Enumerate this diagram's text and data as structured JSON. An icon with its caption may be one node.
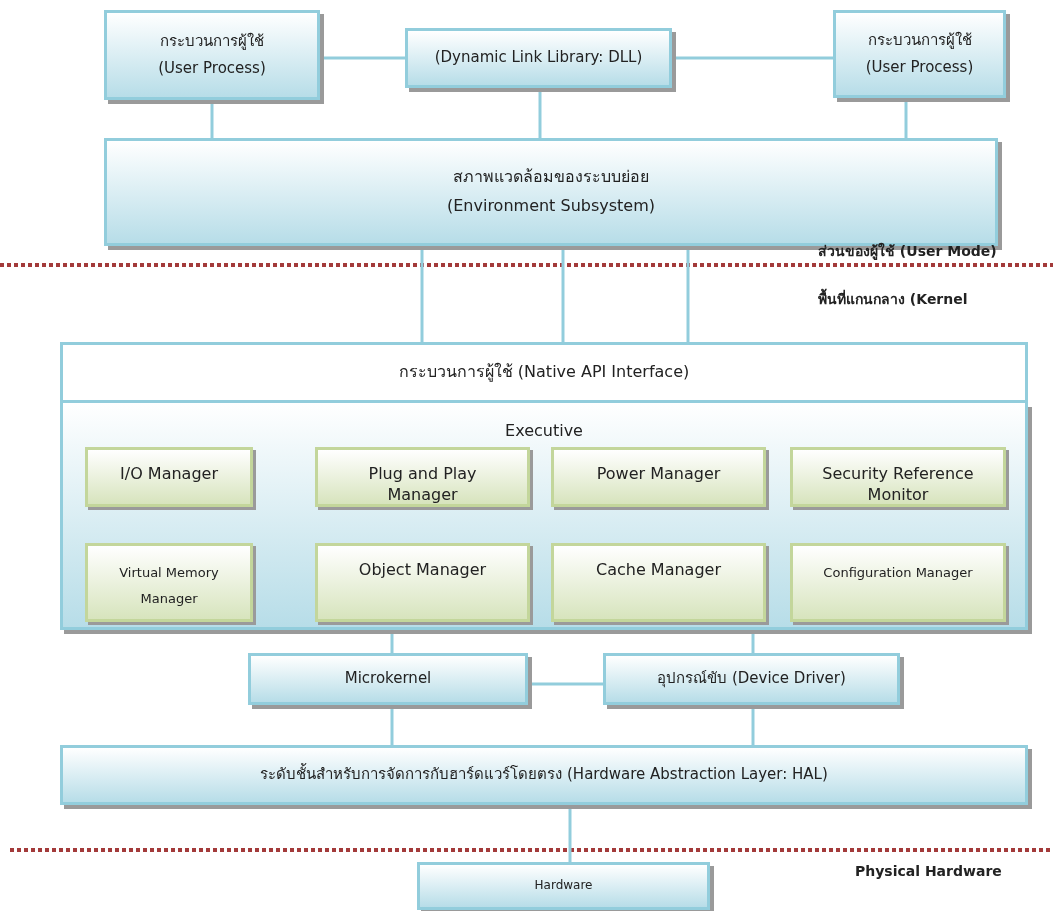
{
  "diagram": {
    "nodes": [
      {
        "text": [
          "กระบวนการผู้ใช้",
          "(User Process)"
        ]
      },
      {
        "text": [
          "(Dynamic Link Library: DLL)"
        ]
      },
      {
        "text": [
          "กระบวนการผู้ใช้",
          "(User Process)"
        ]
      },
      {
        "text": [
          "สภาพแวดล้อมของระบบย่อย",
          "(Environment Subsystem)"
        ]
      },
      {
        "text": [
          "กระบวนการผู้ใช้ (Native API Interface)"
        ]
      },
      {
        "text": [
          "Executive"
        ]
      },
      {
        "text": [
          "I/O Manager"
        ],
        "in": 5
      },
      {
        "text": [
          "Plug and Play Manager"
        ],
        "in": 5
      },
      {
        "text": [
          "Power Manager"
        ],
        "in": 5
      },
      {
        "text": [
          "Security Reference Monitor"
        ],
        "in": 5
      },
      {
        "text": [
          "Virtual Memory Manager"
        ],
        "in": 5
      },
      {
        "text": [
          "Object Manager"
        ],
        "in": 5
      },
      {
        "text": [
          "Cache Manager"
        ],
        "in": 5
      },
      {
        "text": [
          "Configuration Manager"
        ],
        "in": 5
      },
      {
        "text": [
          "Microkernel"
        ]
      },
      {
        "text": [
          "อุปกรณ์ขับ (Device Driver)"
        ]
      },
      {
        "text": [
          "ระดับชั้นสำหรับการจัดการกับฮาร์ดแวร์โดยตรง (Hardware Abstraction Layer: HAL)"
        ]
      },
      {
        "text": [
          "Hardware"
        ]
      }
    ],
    "edges": [
      {
        "from": 0,
        "to": 1,
        "arrow": "none"
      },
      {
        "from": 1,
        "to": 2,
        "arrow": "none"
      },
      {
        "from": 0,
        "to": 3,
        "arrow": "none"
      },
      {
        "from": 1,
        "to": 3,
        "arrow": "none"
      },
      {
        "from": 2,
        "to": 3,
        "arrow": "none"
      },
      {
        "from": 3,
        "to": 4,
        "arrow": "none"
      },
      {
        "from": 3,
        "to": 4,
        "arrow": "none"
      },
      {
        "from": 3,
        "to": 4,
        "arrow": "none"
      },
      {
        "from": 5,
        "to": 14,
        "arrow": "none"
      },
      {
        "from": 5,
        "to": 15,
        "arrow": "none"
      },
      {
        "from": 14,
        "to": 15,
        "arrow": "none"
      },
      {
        "from": 14,
        "to": 16,
        "arrow": "none"
      },
      {
        "from": 15,
        "to": 16,
        "arrow": "none"
      },
      {
        "from": 16,
        "to": 17,
        "arrow": "none"
      }
    ],
    "labels": [
      "ส่วนของผู้ใช้ (User Mode)",
      "พื้นที่แกนกลาง (Kernel",
      "Physical Hardware"
    ]
  }
}
